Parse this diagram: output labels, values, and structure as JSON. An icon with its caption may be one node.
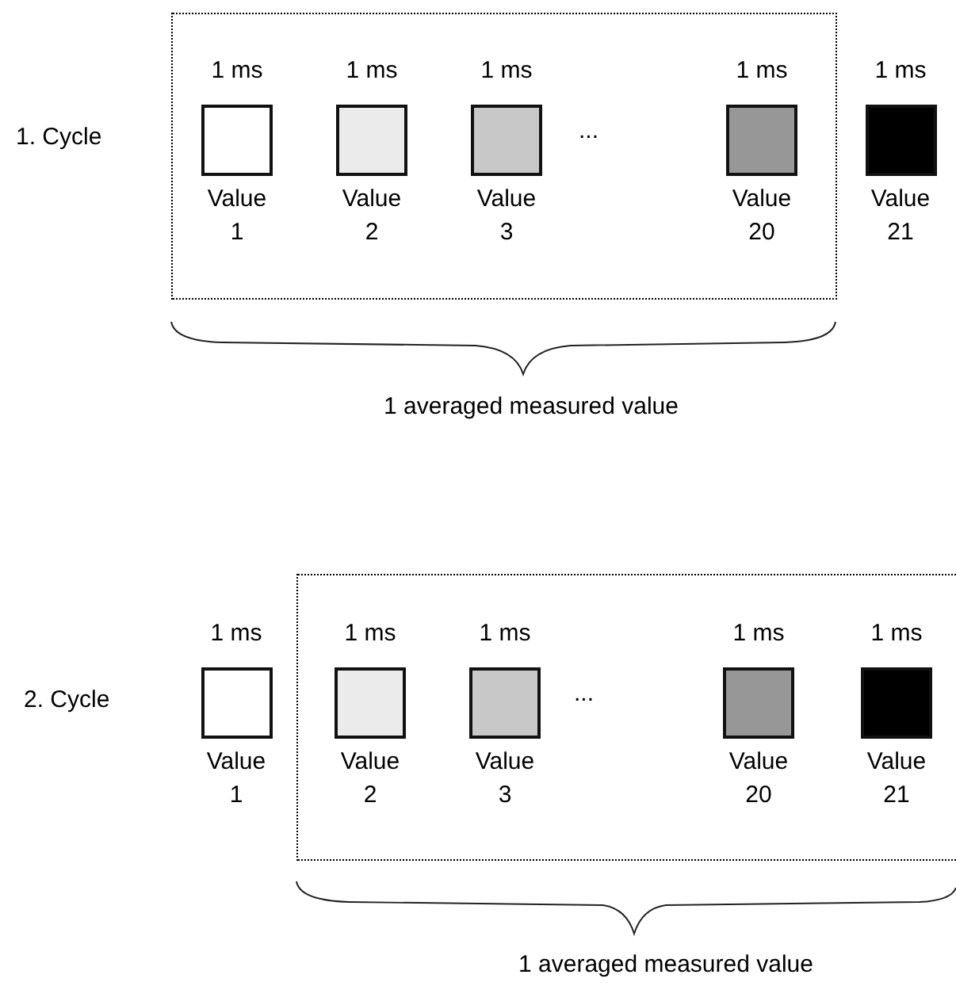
{
  "diagram": {
    "nodes": [
      {
        "text": [],
        "shape": "box"
      },
      {
        "text": [
          "1 ms",
          "Value 1"
        ],
        "in": 0
      },
      {
        "text": [
          "1 ms",
          "Value 2"
        ],
        "in": 0
      },
      {
        "text": [
          "1 ms",
          "Value 3"
        ],
        "in": 0
      },
      {
        "text": [
          "1 ms",
          "Value 20"
        ],
        "in": 0
      },
      {
        "text": [
          "1 ms",
          "Value 21"
        ]
      },
      {
        "text": [
          "1 ms",
          "Value 1"
        ]
      },
      {
        "text": [],
        "shape": "box"
      },
      {
        "text": [
          "1 ms",
          "Value 2"
        ],
        "in": 7
      },
      {
        "text": [
          "1 ms",
          "Value 3"
        ],
        "in": 7
      },
      {
        "text": [
          "1 ms",
          "Value 20"
        ],
        "in": 7
      },
      {
        "text": [
          "1 ms",
          "Value 21"
        ],
        "in": 7
      }
    ],
    "edges": [],
    "labels": [
      "1. Cycle",
      "...",
      "1 averaged measured value",
      "2. Cycle",
      "...",
      "1 averaged measured value"
    ]
  }
}
